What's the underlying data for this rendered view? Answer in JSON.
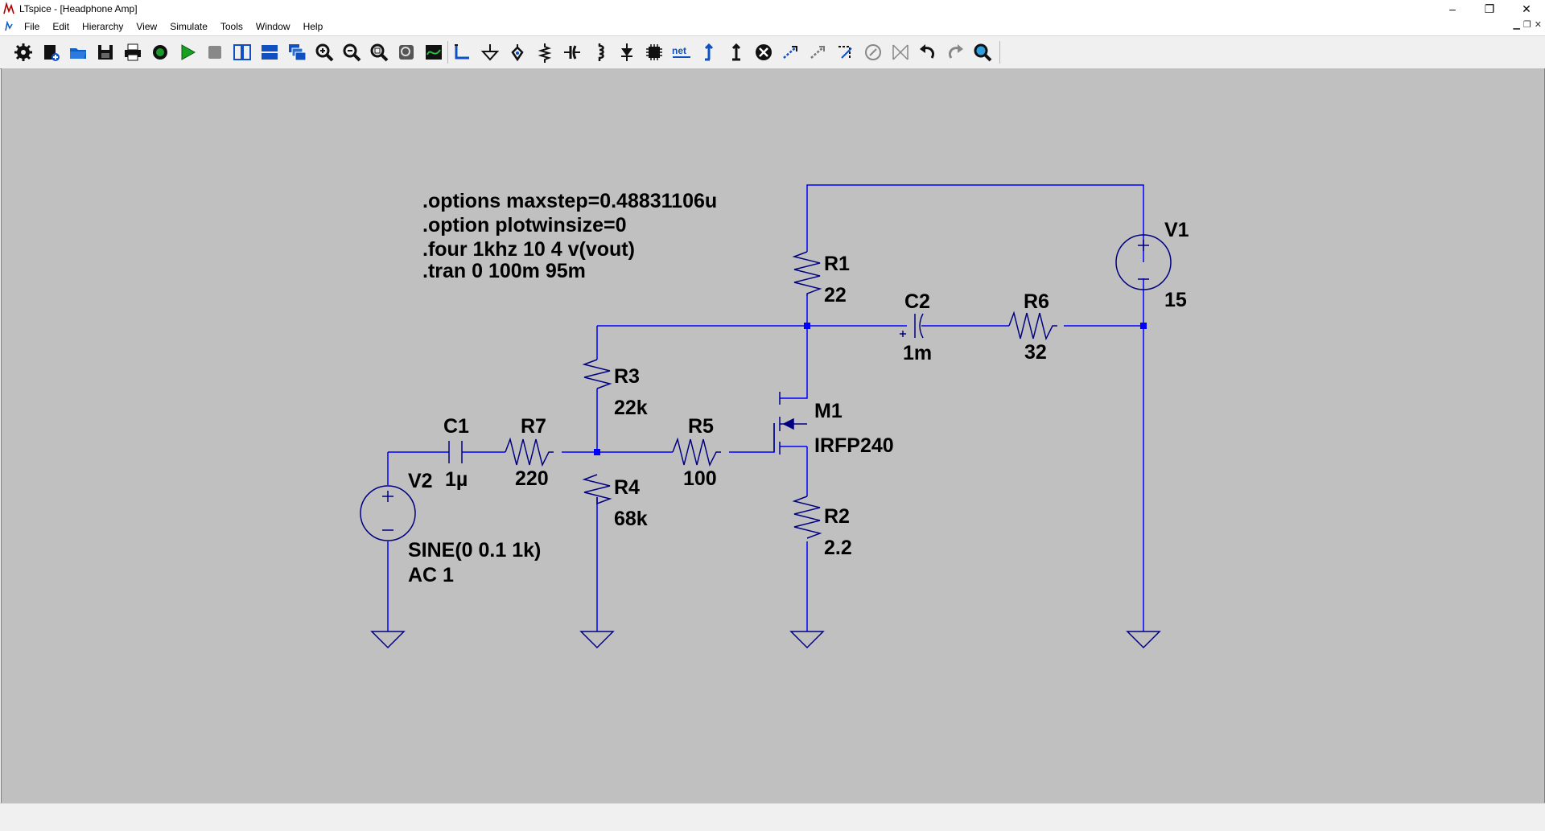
{
  "window": {
    "title": "LTspice - [Headphone Amp]"
  },
  "window_controls": {
    "minimize": "–",
    "restore": "❐",
    "close": "✕"
  },
  "menu": {
    "items": [
      {
        "label": "File"
      },
      {
        "label": "Edit"
      },
      {
        "label": "Hierarchy"
      },
      {
        "label": "View"
      },
      {
        "label": "Simulate"
      },
      {
        "label": "Tools"
      },
      {
        "label": "Window"
      },
      {
        "label": "Help"
      }
    ]
  },
  "toolbar": {
    "net_label": "net",
    "icons": [
      "gear-icon",
      "new-schematic-icon",
      "open-icon",
      "save-icon",
      "print-icon",
      "control-panel-icon",
      "run-icon",
      "halt-icon",
      "tile-vertical-icon",
      "tile-horizontal-icon",
      "cascade-icon",
      "zoom-in-icon",
      "zoom-out-icon",
      "zoom-fit-icon",
      "zoom-back-icon",
      "autorange-icon",
      "wire-icon",
      "ground-icon",
      "label-icon",
      "resistor-icon",
      "capacitor-icon",
      "inductor-icon",
      "diode-icon",
      "component-icon",
      "net-icon",
      "move-icon",
      "drag-icon",
      "delete-icon",
      "duplicate-icon",
      "rotate-icon",
      "mirror-icon",
      "undo-icon",
      "redo-icon",
      "find-icon"
    ]
  },
  "schematic": {
    "directives": [
      ".options maxstep=0.48831106u",
      ".option plotwinsize=0",
      ".four 1khz 10 4 v(vout)",
      ".tran 0 100m 95m"
    ],
    "components": {
      "R1": {
        "name": "R1",
        "value": "22"
      },
      "R2": {
        "name": "R2",
        "value": "2.2"
      },
      "R3": {
        "name": "R3",
        "value": "22k"
      },
      "R4": {
        "name": "R4",
        "value": "68k"
      },
      "R5": {
        "name": "R5",
        "value": "100"
      },
      "R6": {
        "name": "R6",
        "value": "32"
      },
      "R7": {
        "name": "R7",
        "value": "220"
      },
      "C1": {
        "name": "C1",
        "value": "1µ"
      },
      "C2": {
        "name": "C2",
        "value": "1m"
      },
      "M1": {
        "name": "M1",
        "value": "IRFP240"
      },
      "V1": {
        "name": "V1",
        "value": "15"
      },
      "V2": {
        "name": "V2",
        "value": "SINE(0 0.1 1k)",
        "value2": "AC 1"
      }
    },
    "colors": {
      "wire": "#0000ff",
      "symbol": "#000080",
      "background": "#c0c0c0"
    }
  }
}
